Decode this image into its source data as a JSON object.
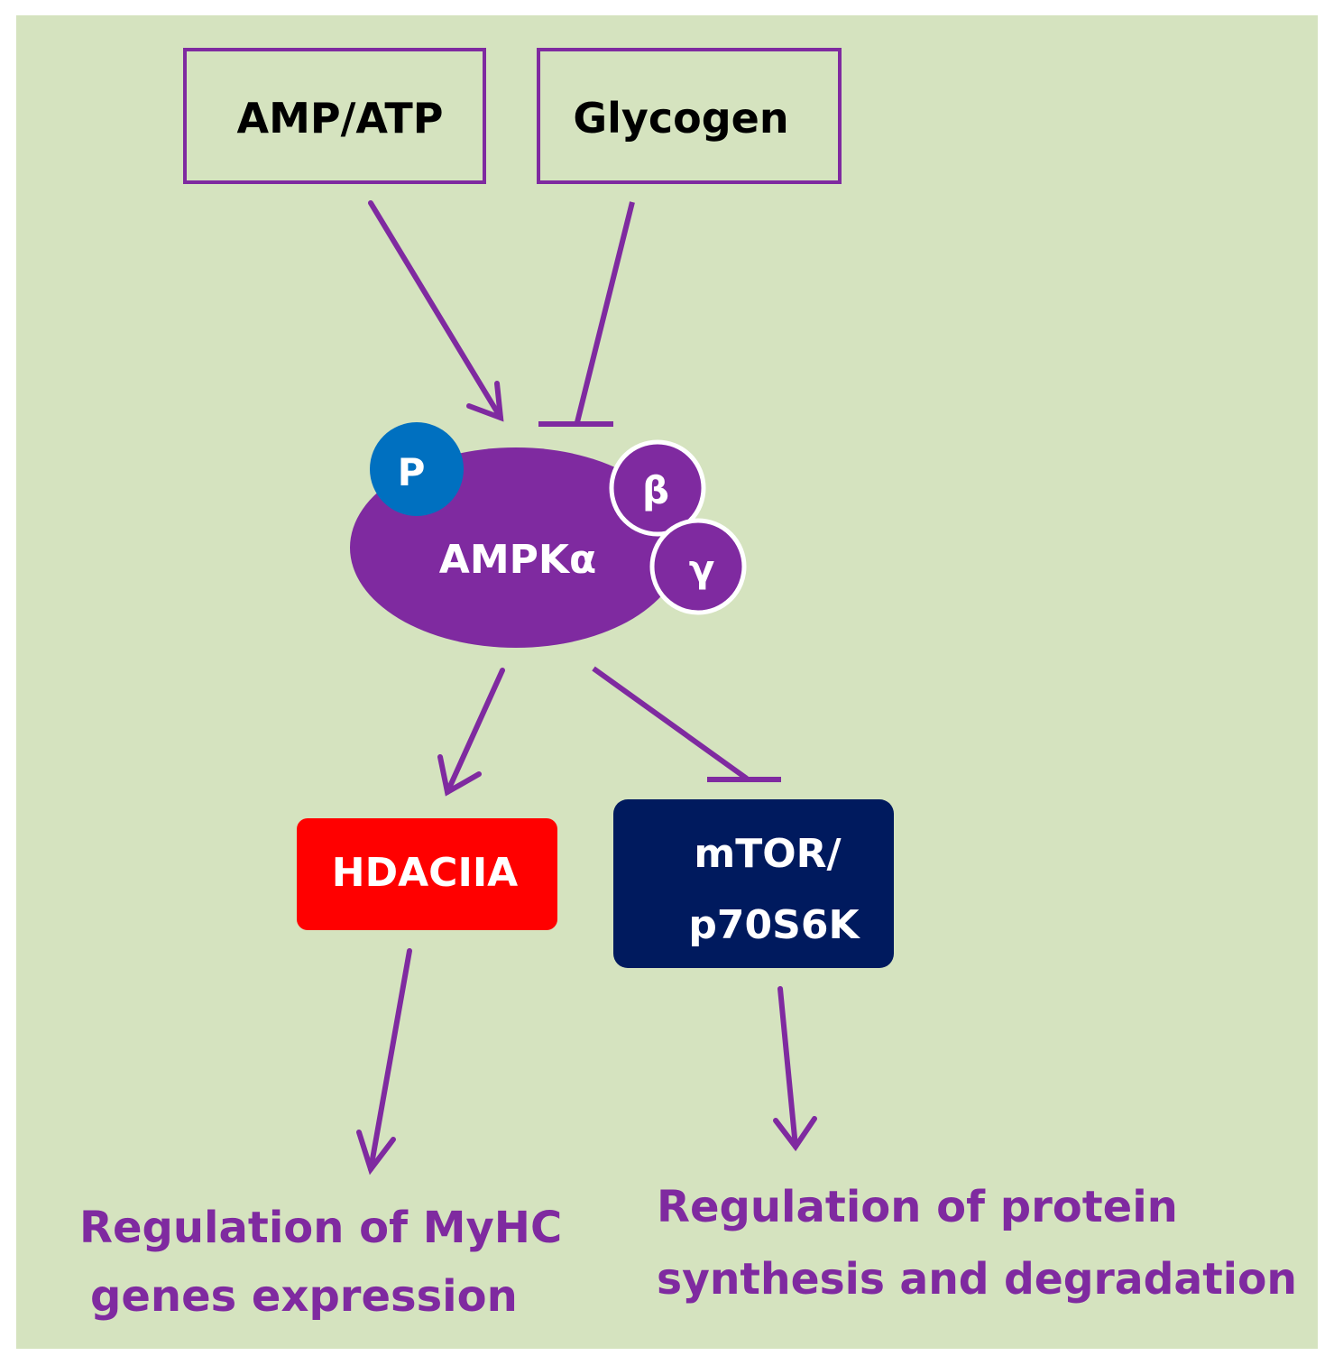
{
  "colors": {
    "background": "#d5e3bf",
    "purple": "#7f2aa0",
    "phospho_blue": "#0070c0",
    "hdac_red": "#ff0000",
    "mtor_navy": "#001a5e",
    "outcome_text": "#7f2aa0"
  },
  "inputs": {
    "amp_atp": "AMP/ATP",
    "glycogen": "Glycogen"
  },
  "ampk": {
    "phospho": "P",
    "alpha": "AMPKα",
    "beta": "β",
    "gamma": "γ"
  },
  "targets": {
    "hdac": "HDACIIA",
    "mtor_line1": "mTOR/",
    "mtor_line2": "p70S6K"
  },
  "outcomes": {
    "left_line1": "Regulation of MyHC",
    "left_line2": "genes expression",
    "right_line1": "Regulation of protein",
    "right_line2": "synthesis and degradation"
  },
  "edges": [
    {
      "from": "AMP/ATP",
      "to": "AMPKα",
      "type": "activation"
    },
    {
      "from": "Glycogen",
      "to": "AMPKα",
      "type": "inhibition"
    },
    {
      "from": "AMPKα",
      "to": "HDACIIA",
      "type": "activation"
    },
    {
      "from": "AMPKα",
      "to": "mTOR/p70S6K",
      "type": "inhibition"
    },
    {
      "from": "HDACIIA",
      "to": "Regulation of MyHC genes expression",
      "type": "activation"
    },
    {
      "from": "mTOR/p70S6K",
      "to": "Regulation of protein synthesis and degradation",
      "type": "activation"
    }
  ]
}
